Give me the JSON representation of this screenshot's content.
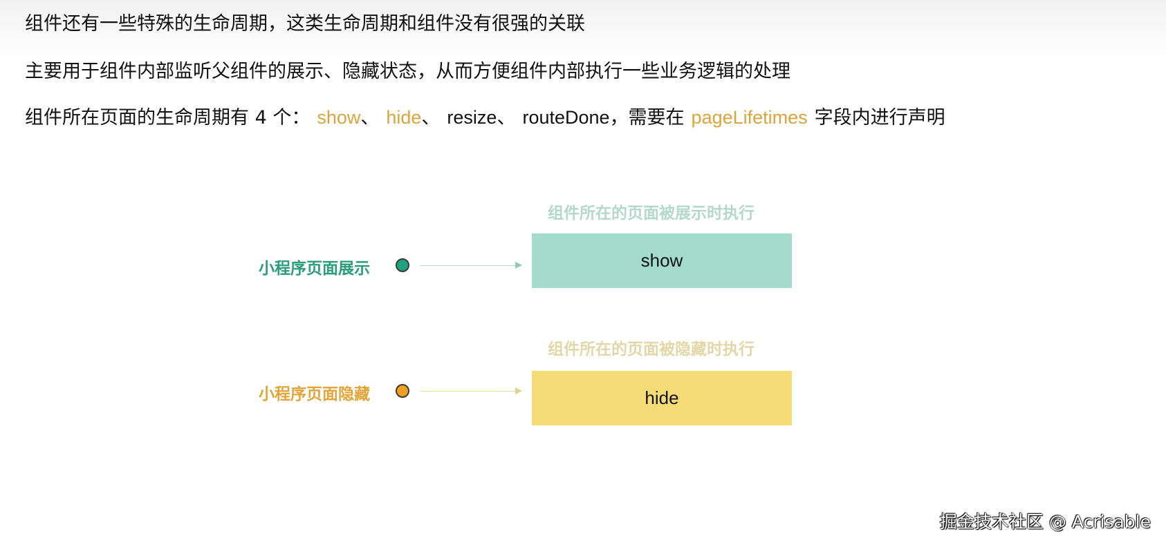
{
  "colors": {
    "highlight": "#e0a23a",
    "show_accent": "#2a9d7b",
    "show_box": "#a3dccb",
    "show_caption": "#b3d9cc",
    "hide_accent": "#e3a53a",
    "hide_box": "#f5dc77",
    "hide_caption": "#e3d7a7"
  },
  "text": {
    "line1": "组件还有一些特殊的生命周期，这类生命周期和组件没有很强的关联",
    "line2": "主要用于组件内部监听父组件的展示、隐藏状态，从而方便组件内部执行一些业务逻辑的处理",
    "line3": {
      "prefix": "组件所在页面的生命周期有 4 个：",
      "show": "show",
      "sep1": "、",
      "hide": "hide",
      "sep2": "、",
      "resize": "resize",
      "sep3": "、",
      "route_done": "routeDone",
      "mid": "，需要在",
      "page_lifetimes": "pageLifetimes",
      "suffix": "字段内进行声明"
    }
  },
  "diagram": {
    "show": {
      "caption": "组件所在的页面被展示时执行",
      "label": "小程序页面展示",
      "box": "show",
      "dot_color": "#1fa37f"
    },
    "hide": {
      "caption": "组件所在的页面被隐藏时执行",
      "label": "小程序页面隐藏",
      "box": "hide",
      "dot_color": "#f0a020"
    }
  },
  "watermark": "掘金技术社区 @ Acrisable"
}
